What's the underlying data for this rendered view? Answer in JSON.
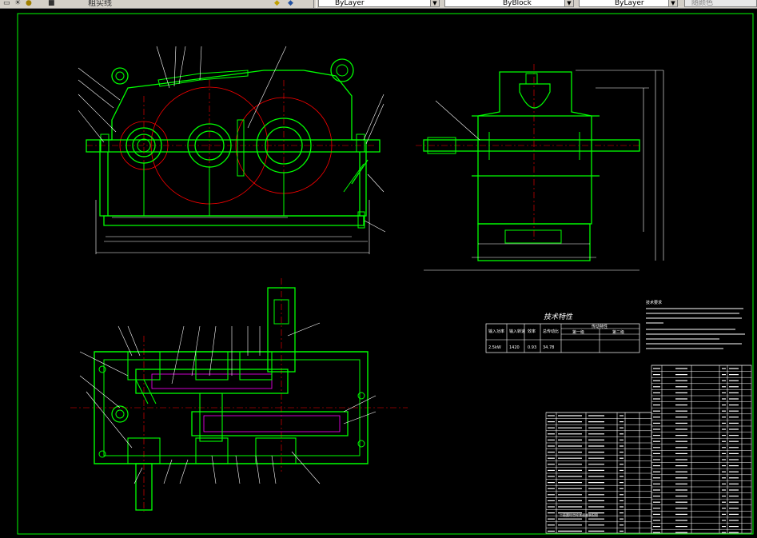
{
  "toolbar": {
    "layer_name": "粗实线",
    "color_combo": "ByLayer",
    "linetype_combo": "ByBlock",
    "lineweight_combo": "ByLayer",
    "plotstyle_combo": "随颜色"
  },
  "drawing": {
    "tech_spec_title": "技术特性",
    "tech_spec_headers": [
      "输入功率",
      "输入转速",
      "效率",
      "总传动比"
    ],
    "tech_spec_values": [
      "2.5kW",
      "1420",
      "0.93",
      "34.78"
    ],
    "tech_spec_group": "传动特性",
    "tech_spec_stage1": "第一级",
    "tech_spec_stage2": "第二级",
    "notes_title": "技术要求",
    "title_block_name": "二级圆柱齿轮减速器装配图"
  },
  "colors": {
    "background": "#000000",
    "outline": "#00ff00",
    "centerline": "#ff0000",
    "dimension": "#ffffff",
    "annotation": "#ffff00",
    "magenta": "#ff00ff"
  }
}
